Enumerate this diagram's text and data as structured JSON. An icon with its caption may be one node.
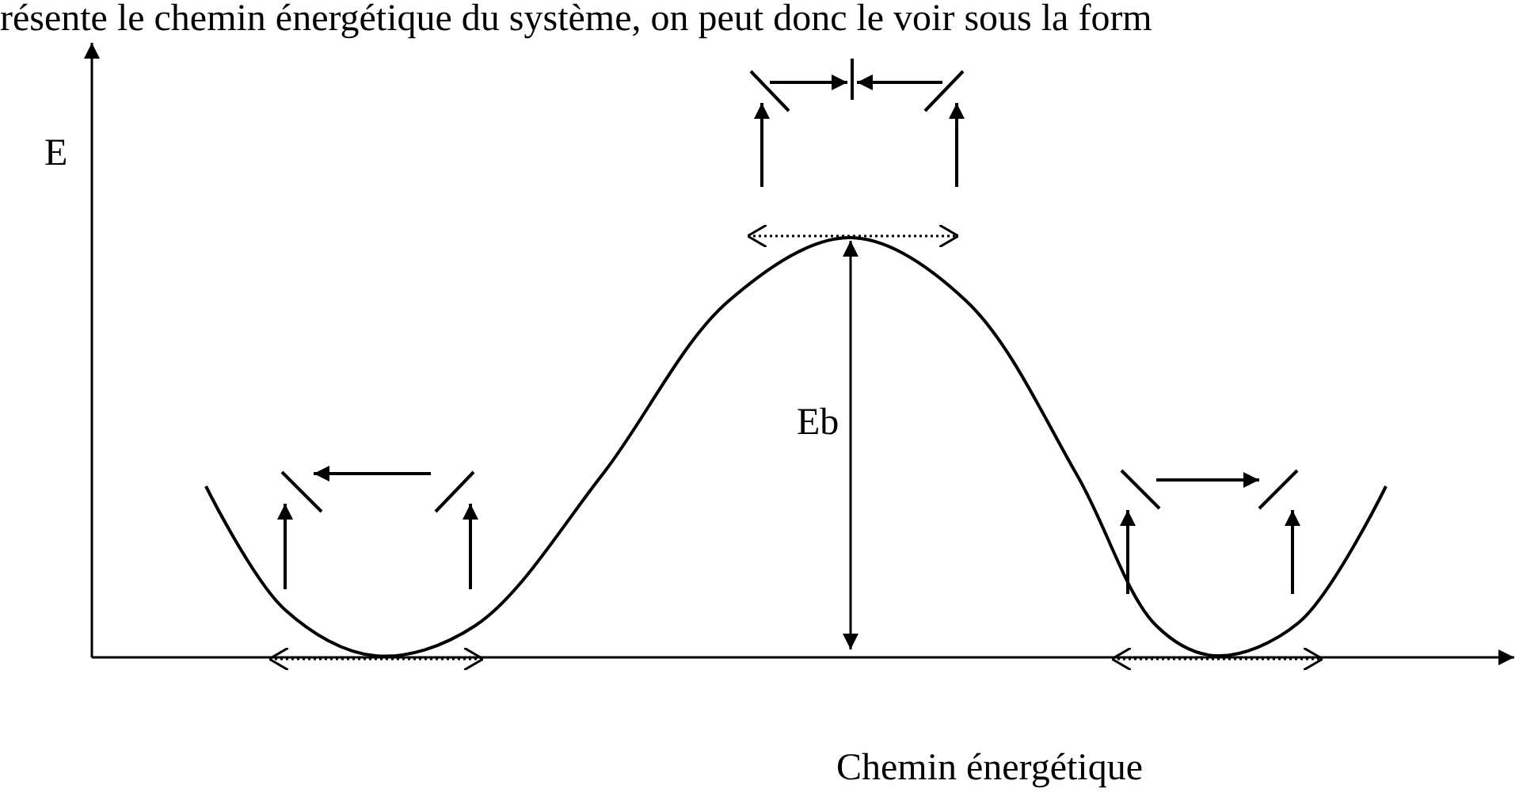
{
  "diagram": {
    "labels": [
      "résente le chemin énergétique du système, on peut donc le voir sous la form",
      "E",
      "Eb",
      "Chemin énergétique"
    ]
  }
}
